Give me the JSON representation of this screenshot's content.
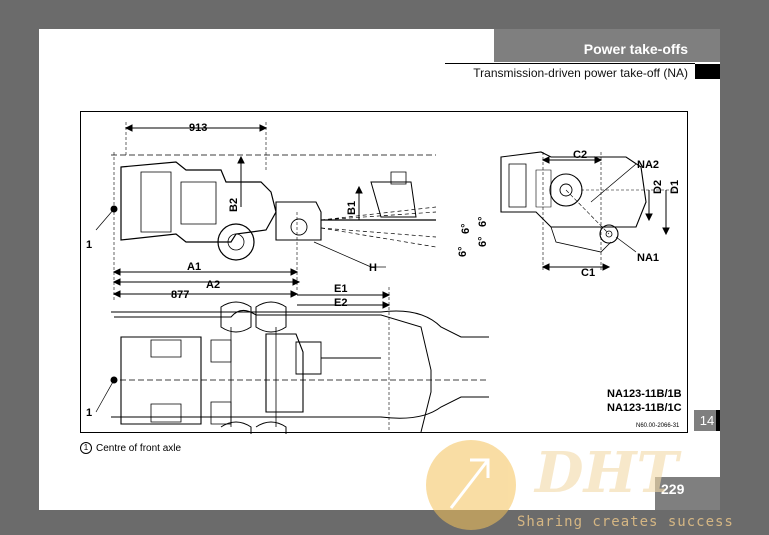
{
  "header": {
    "section_title": "Power take-offs",
    "subsection_title": "Transmission-driven power take-off (NA)"
  },
  "figure": {
    "dim_labels": {
      "d913": "913",
      "b2": "B2",
      "b1": "B1",
      "a1": "A1",
      "a2": "A2",
      "d877": "877",
      "e1": "E1",
      "e2": "E2",
      "h": "H",
      "ref1_top": "1",
      "ref1_bottom": "1",
      "c2": "C2",
      "c1": "C1",
      "na2": "NA2",
      "na1": "NA1",
      "d2": "D2",
      "d1": "D1",
      "angle_a": "6°",
      "angle_b": "6°",
      "angle_c": "6°",
      "angle_d": "6°"
    },
    "model_line_1": "NA123-11B/1B",
    "model_line_2": "NA123-11B/1C",
    "drawing_code": "N60.00-2066-31"
  },
  "legend": {
    "number": "1",
    "text": "Centre of front axle"
  },
  "chapter_tab": "14",
  "page_number": "229",
  "watermark": {
    "logo": "DHT",
    "slogan": "Sharing creates success"
  }
}
